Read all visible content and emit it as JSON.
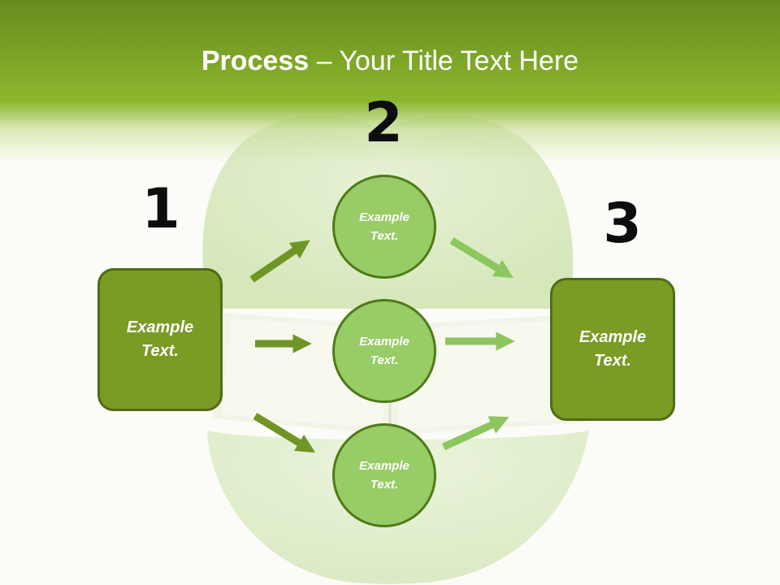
{
  "title": {
    "bold": "Process",
    "rest": " – Your Title Text Here"
  },
  "steps": [
    {
      "number": "1",
      "text": "Example\nText."
    },
    {
      "number": "2",
      "text": "Example\nText."
    },
    {
      "number": "3",
      "text": "Example\nText."
    }
  ],
  "circles": [
    {
      "text": "Example\nText."
    },
    {
      "text": "Example\nText."
    },
    {
      "text": "Example\nText."
    }
  ],
  "colors": {
    "header_green": "#84ad2a",
    "box_fill": "#7a9b24",
    "circle_fill": "#97cc66",
    "dark_arrow": "#6f9526",
    "light_arrow": "#8cc65e"
  }
}
